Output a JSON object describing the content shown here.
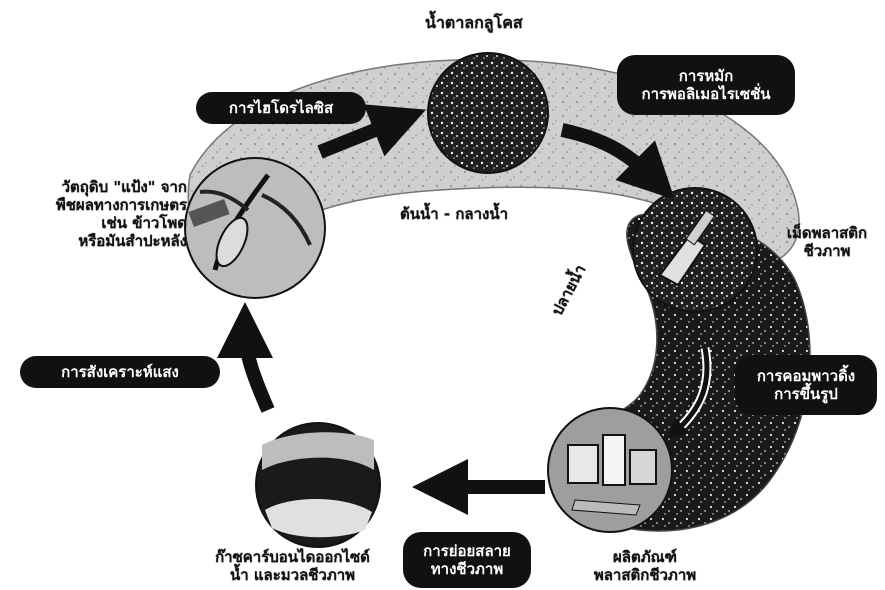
{
  "title": "น้ำตาลกลูโคส",
  "stages": {
    "hydrolysis": "การไฮโดรไลซิส",
    "fermentation": [
      "การหมัก",
      "การพอลิเมอไรเซชั่น"
    ],
    "compounding": [
      "การคอมพาวดิ้ง",
      "การขึ้นรูป"
    ],
    "biodegradation": [
      "การย่อยสลาย",
      "ทางชีวภาพ"
    ],
    "photosynthesis": "การสังเคราะห์แสง"
  },
  "labels": {
    "raw_material": [
      "วัตถุดิบ \"แป้ง\" จาก",
      "พืชผลทางการเกษตร",
      "เช่น ข้าวโพด",
      "หรือมันสำปะหลัง"
    ],
    "bioplastic_pellets": [
      "เม็ดพลาสติก",
      "ชีวภาพ"
    ],
    "bioplastic_products": [
      "ผลิตภัณฑ์",
      "พลาสติกชีวภาพ"
    ],
    "co2_water_biomass": [
      "ก๊าซคาร์บอนไดออกไซด์",
      "น้ำ และมวลชีวภาพ"
    ],
    "upstream_midstream": "ต้นน้ำ - กลางน้ำ",
    "downstream": "ปลายน้ำ"
  },
  "colors": {
    "band_light": "#cfcfcf",
    "band_dark": "#1a1a1a",
    "arrow": "#111111",
    "pill_bg": "#111111",
    "pill_text": "#ffffff"
  }
}
